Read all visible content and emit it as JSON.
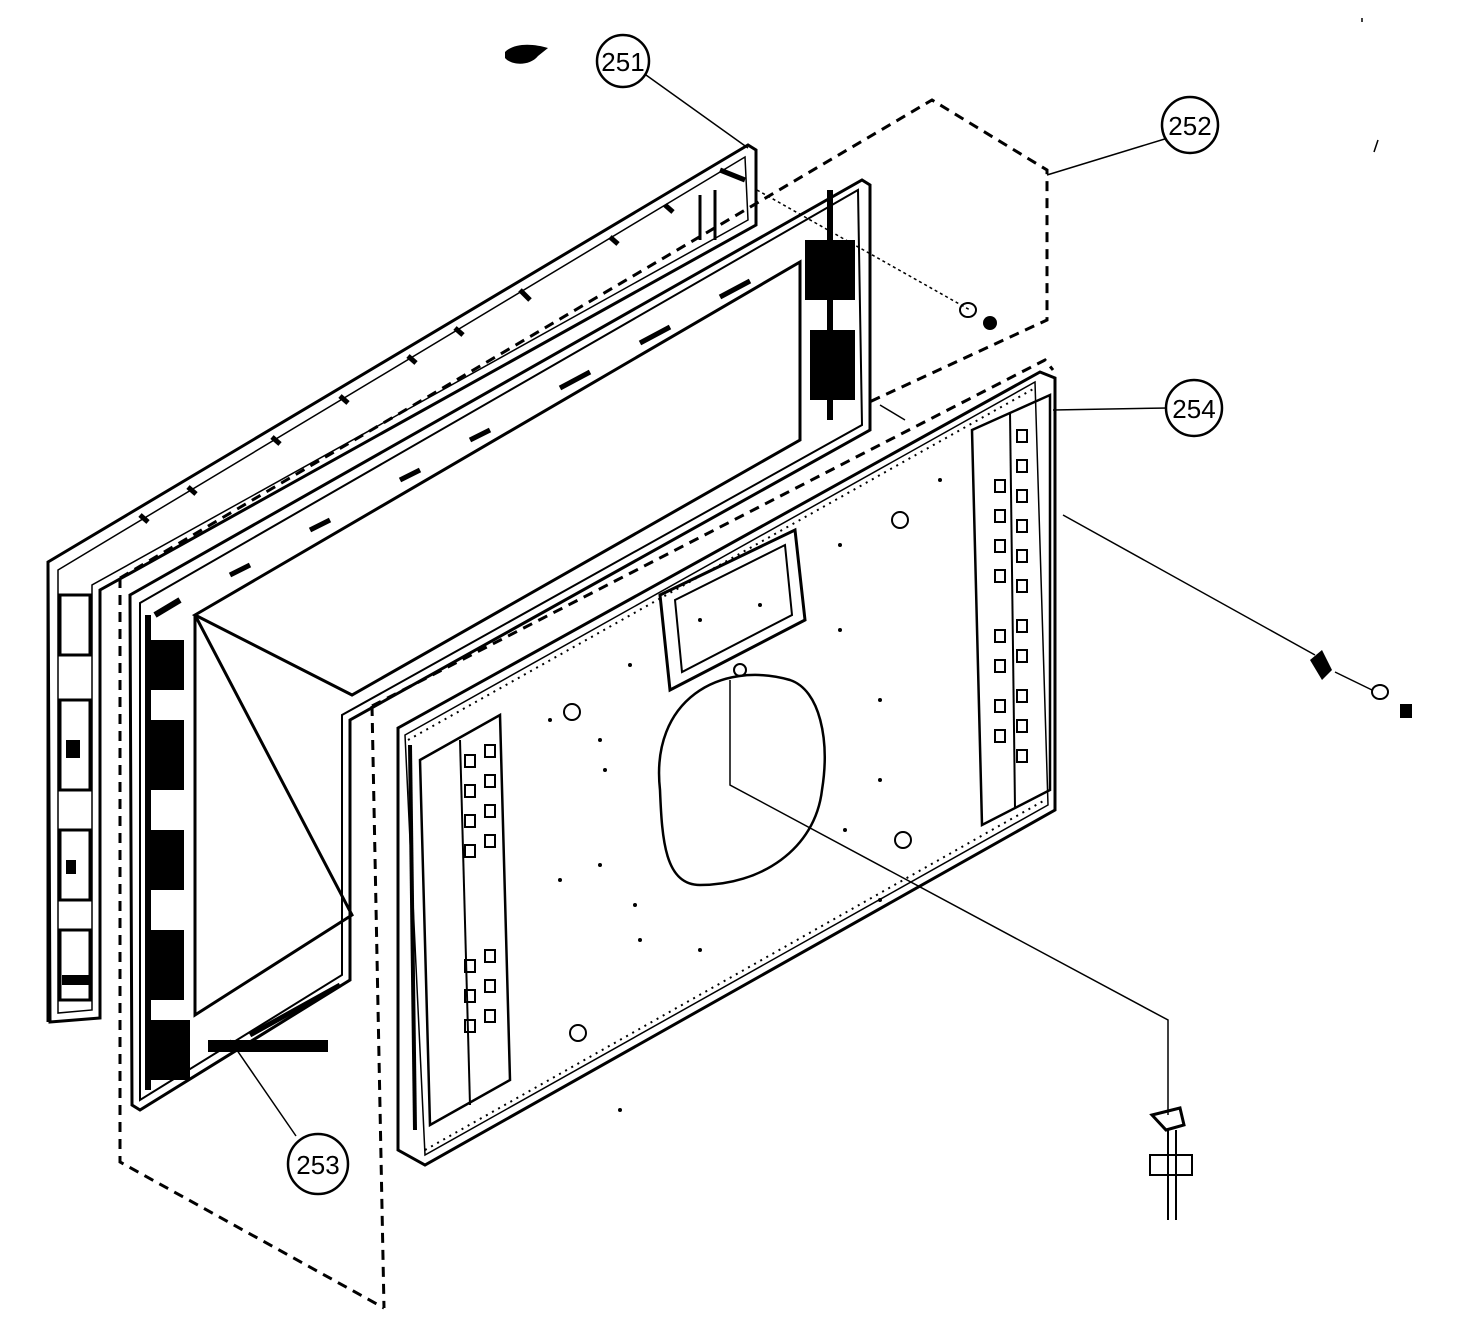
{
  "callouts": [
    {
      "id": "c251",
      "label": "251"
    },
    {
      "id": "c252",
      "label": "252"
    },
    {
      "id": "c253",
      "label": "253"
    },
    {
      "id": "c254",
      "label": "254"
    }
  ]
}
